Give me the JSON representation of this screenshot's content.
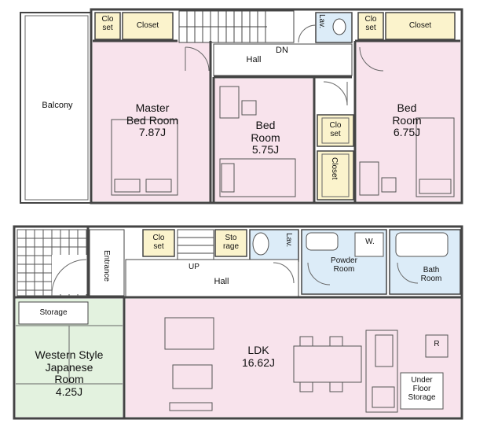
{
  "floor2": {
    "balcony": "Balcony",
    "master": {
      "name1": "Master",
      "name2": "Bed Room",
      "area": "7.87J"
    },
    "bed1": {
      "name1": "Bed",
      "name2": "Room",
      "area": "5.75J"
    },
    "bed2": {
      "name1": "Bed",
      "name2": "Room",
      "area": "6.75J"
    },
    "closet_left": {
      "l1": "Clo",
      "l2": "set"
    },
    "closet_left2": "Closet",
    "closet_right": {
      "l1": "Clo",
      "l2": "set"
    },
    "closet_right2": "Closet",
    "mid_closet": {
      "l1": "Clo",
      "l2": "set"
    },
    "mid_closet2": "Closet",
    "lav": "Lav.",
    "dn": "DN",
    "hall": "Hall"
  },
  "floor1": {
    "entrance": "Entrance",
    "closet": {
      "l1": "Clo",
      "l2": "set"
    },
    "storage_small": {
      "l1": "Sto",
      "l2": "rage"
    },
    "lav": "Lav.",
    "w": "W.",
    "powder": {
      "l1": "Powder",
      "l2": "Room"
    },
    "bath": {
      "l1": "Bath",
      "l2": "Room"
    },
    "up": "UP",
    "hall": "Hall",
    "storage": "Storage",
    "japanese": {
      "l1": "Western Style",
      "l2": "Japanese",
      "l3": "Room",
      "area": "4.25J"
    },
    "ldk": {
      "name": "LDK",
      "area": "16.62J"
    },
    "r": "R",
    "underfloor": {
      "l1": "Under",
      "l2": "Floor",
      "l3": "Storage"
    }
  },
  "colors": {
    "pink": "#f8e3ec",
    "blue": "#dcecf8",
    "green": "#e3f2df",
    "closet": "#fbf3cc",
    "wall": "#444444"
  }
}
